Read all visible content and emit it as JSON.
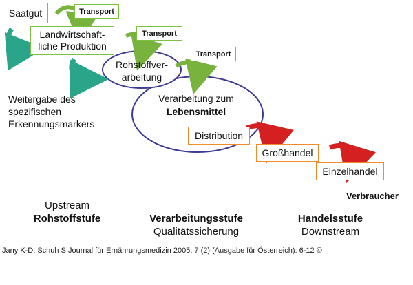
{
  "diagram": {
    "boxes": {
      "saatgut": "Saatgut",
      "landwirtschaft": "Landwirtschaft-\nliche Produktion",
      "distribution": "Distribution",
      "grosshandel": "Großhandel",
      "einzelhandel": "Einzelhandel"
    },
    "ellipses": {
      "rohstoff": "Rohstoffver-\narbeitung",
      "lebensmittel_line1": "Verarbeitung zum",
      "lebensmittel_line2": "Lebensmittel"
    },
    "transport_labels": [
      "Transport",
      "Transport",
      "Transport"
    ],
    "weitergabe": "Weitergabe des\nspezifischen\nErkennungsmarkers",
    "verbraucher": "Verbraucher",
    "stages": {
      "upstream": {
        "line1": "Upstream",
        "line2": "Rohstoffstufe"
      },
      "verarbeitung": {
        "line1": "Verarbeitungsstufe",
        "line2": "Qualitätssicherung"
      },
      "handel": {
        "line1": "Handelsstufe",
        "line2": "Downstream"
      }
    },
    "caption": "Jany K-D, Schuh S Journal für Ernährungsmedizin 2005; 7 (2) (Ausgabe für Österreich): 6-12 ©",
    "colors": {
      "green_border": "#7cc242",
      "green_arrow": "#77b33d",
      "teal_arrow": "#2aa58a",
      "red_arrow": "#d42020",
      "orange_border": "#f28c28",
      "ellipse": "#3d3b93"
    }
  }
}
